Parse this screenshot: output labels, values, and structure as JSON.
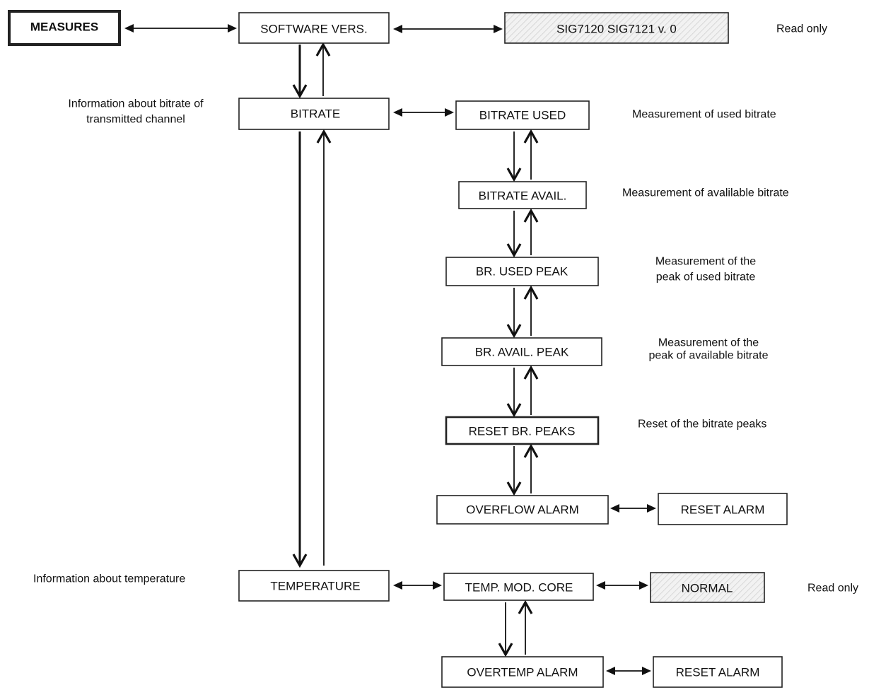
{
  "nodes": {
    "measures": "MEASURES",
    "software_vers": "SOFTWARE VERS.",
    "software_value": "SIG7120 SIG7121 v. 0",
    "bitrate": "BITRATE",
    "bitrate_used": "BITRATE USED",
    "bitrate_avail": "BITRATE AVAIL.",
    "br_used_peak": "BR. USED PEAK",
    "br_avail_peak": "BR. AVAIL. PEAK",
    "reset_br_peaks": "RESET BR. PEAKS",
    "overflow_alarm": "OVERFLOW ALARM",
    "reset_alarm_1": "RESET ALARM",
    "temperature": "TEMPERATURE",
    "temp_mod_core": "TEMP. MOD. CORE",
    "temp_value": "NORMAL",
    "overtemp_alarm": "OVERTEMP ALARM",
    "reset_alarm_2": "RESET ALARM"
  },
  "notes": {
    "read_only_1": "Read only",
    "bitrate_info_line1": "Information about bitrate of",
    "bitrate_info_line2": "transmitted channel",
    "used_bitrate": "Measurement of used bitrate",
    "avail_bitrate": "Measurement of avalilable bitrate",
    "used_peak_line1": "Measurement of the",
    "used_peak_line2": "peak of used bitrate",
    "avail_peak_line1": "Measurement of the",
    "avail_peak_line2": "peak of available bitrate",
    "reset_peaks": "Reset of the bitrate peaks",
    "temperature_info": "Information about temperature",
    "read_only_2": "Read only"
  }
}
